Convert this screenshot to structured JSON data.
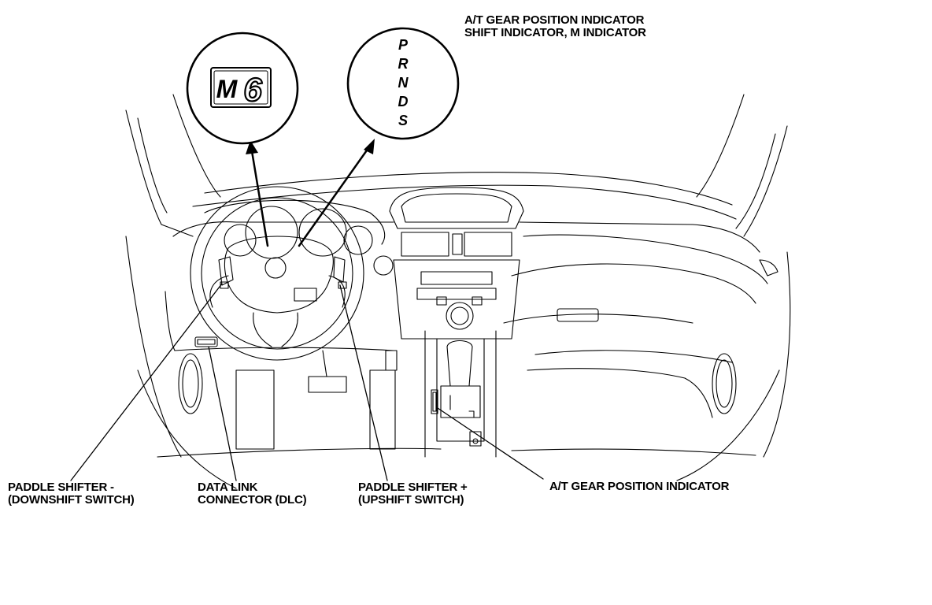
{
  "title": {
    "line1": "A/T GEAR POSITION INDICATOR",
    "line2": "SHIFT INDICATOR, M INDICATOR"
  },
  "m_indicator": {
    "letter": "M",
    "digit": "6"
  },
  "gear_letters": [
    "P",
    "R",
    "N",
    "D",
    "S"
  ],
  "callouts": {
    "paddle_minus": {
      "line1": "PADDLE SHIFTER -",
      "line2": "(DOWNSHIFT SWITCH)"
    },
    "dlc": {
      "line1": "DATA LINK",
      "line2": "CONNECTOR (DLC)"
    },
    "paddle_plus": {
      "line1": "PADDLE SHIFTER +",
      "line2": "(UPSHIFT SWITCH)"
    },
    "at_indicator": {
      "line1": "A/T GEAR POSITION INDICATOR"
    }
  },
  "colors": {
    "ink": "#000000",
    "paper": "#ffffff"
  }
}
